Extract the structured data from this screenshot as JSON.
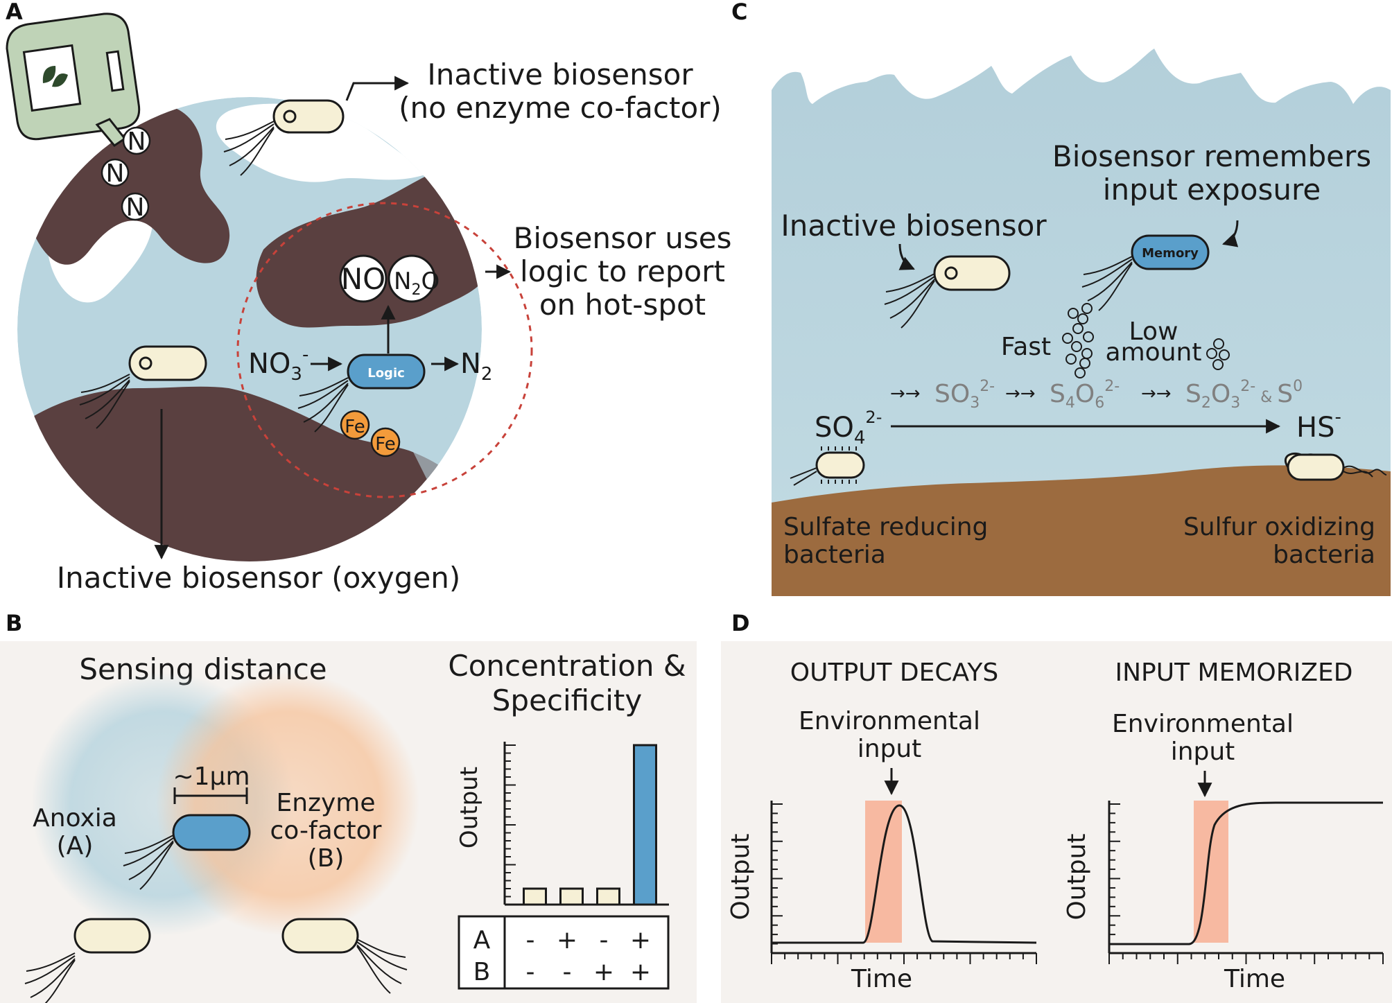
{
  "panels": {
    "a": "A",
    "b": "B",
    "c": "C",
    "d": "D"
  },
  "panel_a": {
    "inactive_top_l1": "Inactive biosensor",
    "inactive_top_l2": "(no enzyme co-factor)",
    "logic_l1": "Biosensor uses",
    "logic_l2": "logic to report",
    "logic_l3": "on hot-spot",
    "inactive_bottom": "Inactive biosensor (oxygen)",
    "n_label": "N",
    "no_label": "NO",
    "n2o_label": "N",
    "n2o_sub": "2",
    "n2o_end": "O",
    "no3_label": "NO",
    "no3_sub": "3",
    "no3_sup": "-",
    "n2_label": "N",
    "n2_sub": "2",
    "logic_cell": "Logic",
    "fe_label": "Fe"
  },
  "panel_b": {
    "sensing_title": "Sensing distance",
    "conc_l1": "Concentration &",
    "conc_l2": "Specificity",
    "distance": "~1µm",
    "anoxia_l1": "Anoxia",
    "anoxia_l2": "(A)",
    "enzyme_l1": "Enzyme",
    "enzyme_l2": "co-factor",
    "enzyme_l3": "(B)",
    "output_axis": "Output",
    "row_a": "A",
    "row_b": "B",
    "a_values": [
      "-",
      "+",
      "-",
      "+"
    ],
    "b_values": [
      "-",
      "-",
      "+",
      "+"
    ]
  },
  "panel_c": {
    "remembers_l1": "Biosensor remembers",
    "remembers_l2": "input exposure",
    "inactive": "Inactive biosensor",
    "memory_cell": "Memory",
    "fast": "Fast",
    "low_l1": "Low",
    "low_l2": "amount",
    "so3": "SO",
    "so3_sub": "3",
    "so3_sup": "2-",
    "s4o6_a": "S",
    "s4o6_sub1": "4",
    "s4o6_b": "O",
    "s4o6_sub2": "6",
    "s4o6_sup": "2-",
    "s2o3_a": "S",
    "s2o3_sub1": "2",
    "s2o3_b": "O",
    "s2o3_sub2": "3",
    "s2o3_sup": "2-",
    "s2o3_amp": " & ",
    "s0": "S",
    "s0_sup": "0",
    "so4": "SO",
    "so4_sub": "4",
    "so4_sup": "2-",
    "hs": "HS",
    "hs_sup": "-",
    "srb_l1": "Sulfate reducing",
    "srb_l2": "bacteria",
    "sob_l1": "Sulfur oxidizing",
    "sob_l2": "bacteria"
  },
  "panel_d": {
    "decays_title": "OUTPUT DECAYS",
    "memorized_title": "INPUT MEMORIZED",
    "env_l1": "Environmental",
    "env_l2": "input",
    "output_axis": "Output",
    "time_axis": "Time"
  },
  "chart_data": {
    "type": "bar",
    "categories": [
      "A- B-",
      "A+ B-",
      "A- B+",
      "A+ B+"
    ],
    "values": [
      0.1,
      0.1,
      0.1,
      1.0
    ],
    "ylabel": "Output",
    "ylim": [
      0,
      1
    ],
    "colors": [
      "#f6f0d6",
      "#f6f0d6",
      "#f6f0d6",
      "#5a9fcb"
    ]
  },
  "colors": {
    "water": "#b9d5df",
    "soil_dark": "#5a4040",
    "sediment": "#9c6b3f",
    "cell": "#f6f0d6",
    "cell_blue": "#5a9fcb",
    "fe": "#f39b3b",
    "panel_bg": "#f5f2ef",
    "input_band": "#f7b9a1",
    "dashed_red": "#c8423a"
  }
}
